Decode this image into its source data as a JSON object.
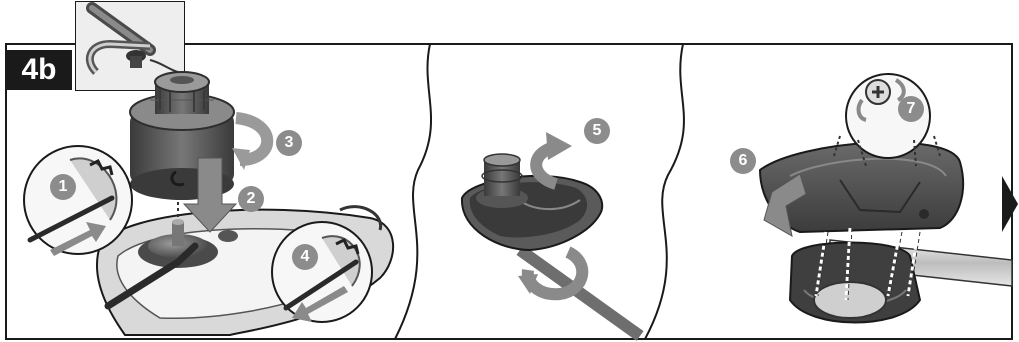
{
  "step": {
    "label": "4b"
  },
  "badges": [
    "1",
    "2",
    "3",
    "4",
    "5",
    "6",
    "7"
  ],
  "colors": {
    "frame": "#1a1a1a",
    "part_dark": "#4a4a4a",
    "part_mid": "#6e6e6e",
    "part_light": "#bdbdbd",
    "arrow": "#8a8a8a",
    "badge": "#8c8c8c"
  },
  "icons": {
    "tool_icon": "trimmer-shaft-icon",
    "next": "next-arrow-icon"
  }
}
